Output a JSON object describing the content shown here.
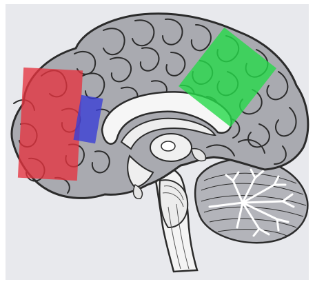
{
  "figure": {
    "subject": "sagittal-brain-section",
    "background_color": "#e8e9ed",
    "outline_color": "#2b2b2b",
    "cortex_fill": "#a9aab0",
    "inner_fill": "#f3f3f3"
  },
  "regions": [
    {
      "id": "red-region",
      "color": "#e6333f",
      "opacity": 0.78
    },
    {
      "id": "blue-region",
      "color": "#3a3fd6",
      "opacity": 0.8
    },
    {
      "id": "green-region",
      "color": "#25d94a",
      "opacity": 0.8
    }
  ]
}
